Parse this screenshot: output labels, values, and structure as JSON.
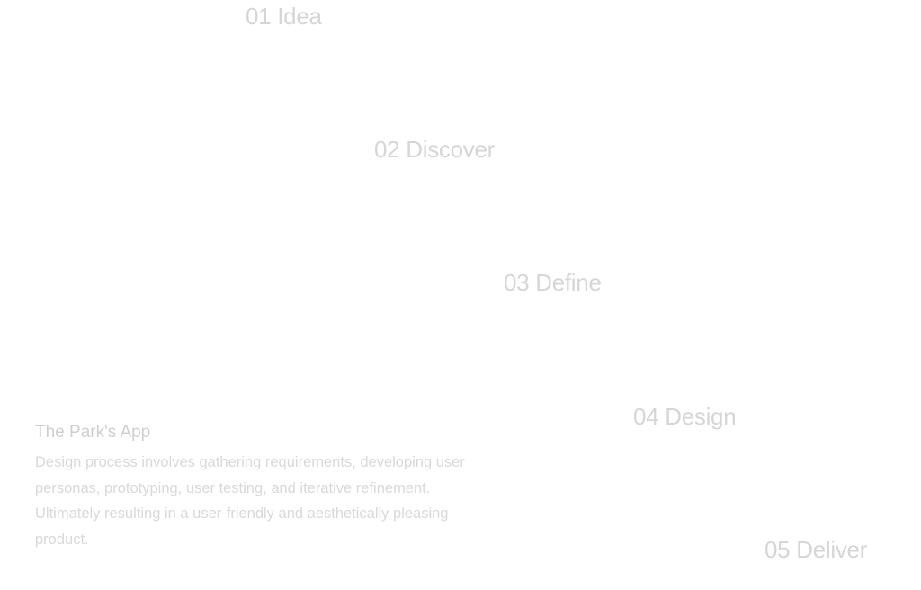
{
  "steps": [
    {
      "label": "01 Idea"
    },
    {
      "label": "02 Discover"
    },
    {
      "label": "03 Define"
    },
    {
      "label": "04 Design"
    },
    {
      "label": "05 Deliver"
    }
  ],
  "project": {
    "title": "The Park's App",
    "description": "Design process involves gathering requirements, developing user personas, prototyping, user testing, and iterative refinement. Ultimately resulting in a user-friendly and aesthetically pleasing product."
  },
  "colors": {
    "background": "#ffffff",
    "text": "#d9d9d9"
  }
}
